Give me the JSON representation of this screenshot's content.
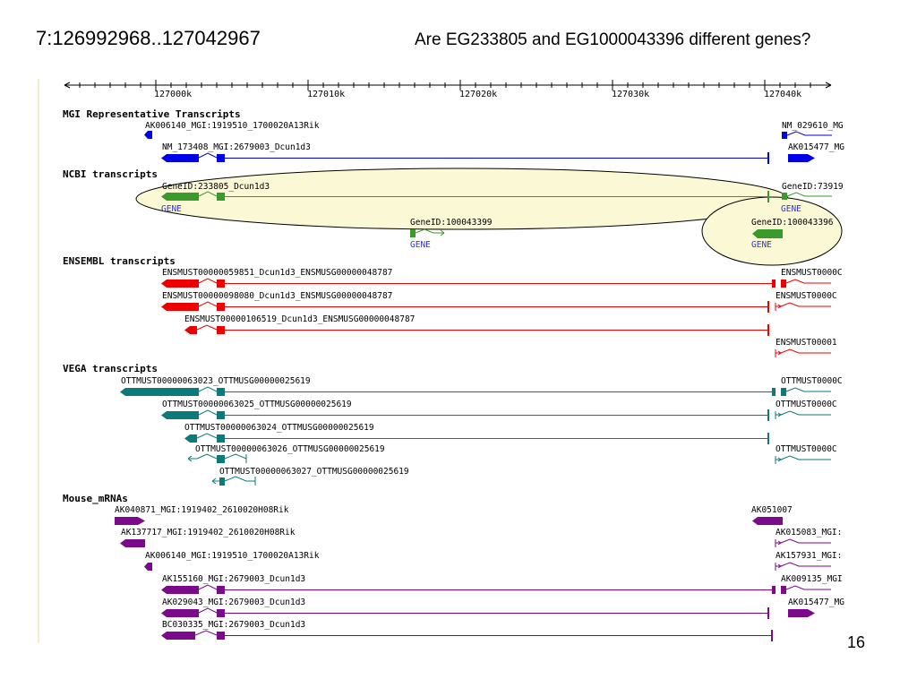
{
  "title_left": "7:126992968..127042967",
  "title_right": "Are EG233805 and EG1000043396 different genes?",
  "slide_number": "16",
  "ruler": {
    "ticks": [
      "127000k",
      "127010k",
      "127020k",
      "127030k",
      "127040k"
    ]
  },
  "tracks": [
    {
      "name": "MGI Representative Transcripts",
      "color": "#0000e6",
      "features": [
        "AK006140_MGI:1919510_1700020A13Rik",
        "NM_173408_MGI:2679003_Dcun1d3",
        "NM_029610_MG",
        "AK015477_MG"
      ]
    },
    {
      "name": "NCBI transcripts",
      "color": "#3a9a2c",
      "features": [
        "GeneID:233805_Dcun1d3",
        "GENE",
        "GeneID:100043399",
        "GENE",
        "GeneID:73919",
        "GENE",
        "GeneID:100043396",
        "GENE"
      ]
    },
    {
      "name": "ENSEMBL transcripts",
      "color": "#ee0000",
      "features": [
        "ENSMUST00000059851_Dcun1d3_ENSMUSG00000048787",
        "ENSMUST0000C",
        "ENSMUST00000098080_Dcun1d3_ENSMUSG00000048787",
        "ENSMUST0000C",
        "ENSMUST00000106519_Dcun1d3_ENSMUSG00000048787",
        "ENSMUST00001"
      ]
    },
    {
      "name": "VEGA transcripts",
      "color": "#0c7a7a",
      "features": [
        "OTTMUST00000063023_OTTMUSG00000025619",
        "OTTMUST0000C",
        "OTTMUST00000063025_OTTMUSG00000025619",
        "OTTMUST0000C",
        "OTTMUST00000063024_OTTMUSG00000025619",
        "OTTMUST00000063026_OTTMUSG00000025619",
        "OTTMUST0000C",
        "OTTMUST00000063027_OTTMUSG00000025619"
      ]
    },
    {
      "name": "Mouse_mRNAs",
      "color": "#7a0a8a",
      "features": [
        "AK040871_MGI:1919402_2610020H08Rik",
        "AK051007",
        "AK137717_MGI:1919402_2610020H08Rik",
        "AK015083_MGI:",
        "AK006140_MGI:1919510_1700020A13Rik",
        "AK157931_MGI:",
        "AK155160_MGI:2679003_Dcun1d3",
        "AK009135_MGI",
        "AK029043_MGI:2679003_Dcun1d3",
        "AK015477_MG",
        "BC030335_MGI:2679003_Dcun1d3"
      ]
    }
  ]
}
